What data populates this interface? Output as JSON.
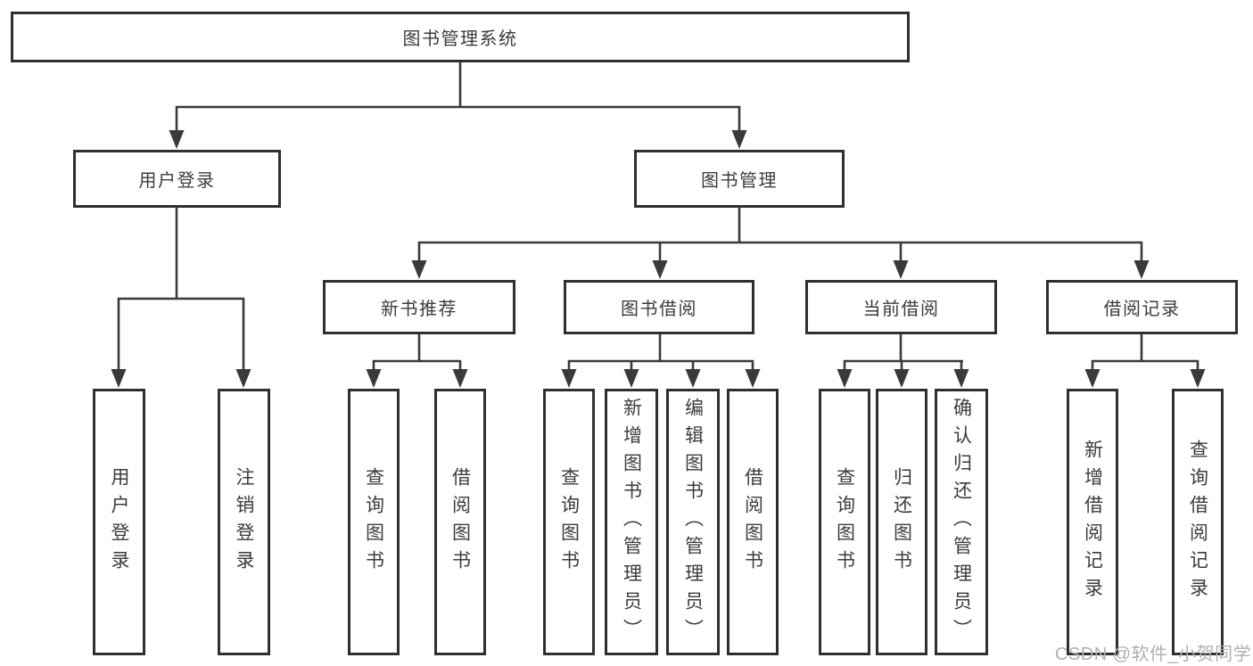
{
  "diagram": {
    "title": "图书管理系统",
    "branches": [
      {
        "label": "用户登录",
        "children": [
          {
            "label": "用户登录"
          },
          {
            "label": "注销登录"
          }
        ]
      },
      {
        "label": "图书管理",
        "children": [
          {
            "label": "新书推荐",
            "children": [
              {
                "label": "查询图书"
              },
              {
                "label": "借阅图书"
              }
            ]
          },
          {
            "label": "图书借阅",
            "children": [
              {
                "label": "查询图书"
              },
              {
                "label": "新增图书（管理员）"
              },
              {
                "label": "编辑图书（管理员）"
              },
              {
                "label": "借阅图书"
              }
            ]
          },
          {
            "label": "当前借阅",
            "children": [
              {
                "label": "查询图书"
              },
              {
                "label": "归还图书"
              },
              {
                "label": "确认归还（管理员）"
              }
            ]
          },
          {
            "label": "借阅记录",
            "children": [
              {
                "label": "新增借阅记录"
              },
              {
                "label": "查询借阅记录"
              }
            ]
          }
        ]
      }
    ]
  },
  "watermark": {
    "text": "CSDN @软件_小贺同学"
  },
  "colors": {
    "line": "#3a3a3a",
    "box_border": "#2f2f2f",
    "text": "#3c3c3c",
    "watermark": "#b0b0b0",
    "background": "#ffffff"
  }
}
